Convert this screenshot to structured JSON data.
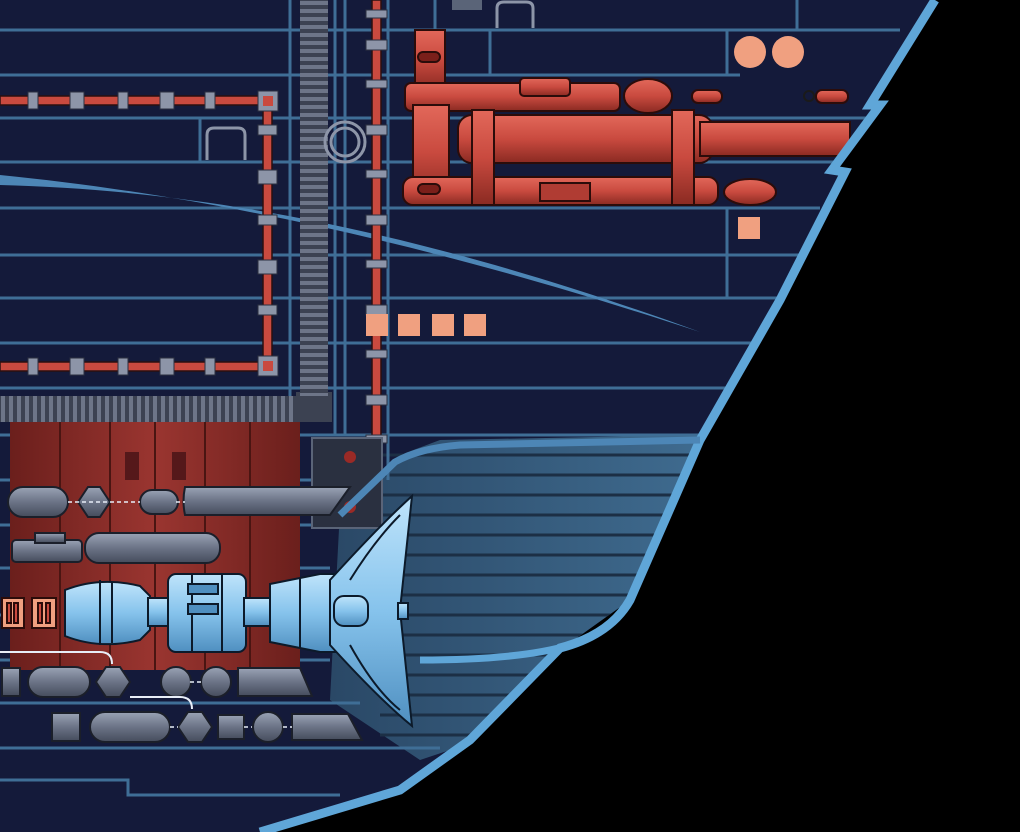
{
  "scene": {
    "description_visible_text": "",
    "colors": {
      "background_space": "#000000",
      "hull_fill": "#141a3a",
      "hull_outline": "#5fa6d8",
      "deck_lines": "#3f6e96",
      "pipe_red": "#c94a3f",
      "pipe_red_dark": "#7a1f1a",
      "conduit_grey": "#5a6478",
      "engine_blue": "#8ec8ee",
      "engine_bay": "#3a5f80",
      "indicator_salmon": "#f0a080",
      "reactor_red": "#7a2a26"
    },
    "modules": {
      "indicator_circles": 2,
      "indicator_squares_row": 4,
      "indicator_square_single": 1,
      "engine_count": 1
    }
  }
}
